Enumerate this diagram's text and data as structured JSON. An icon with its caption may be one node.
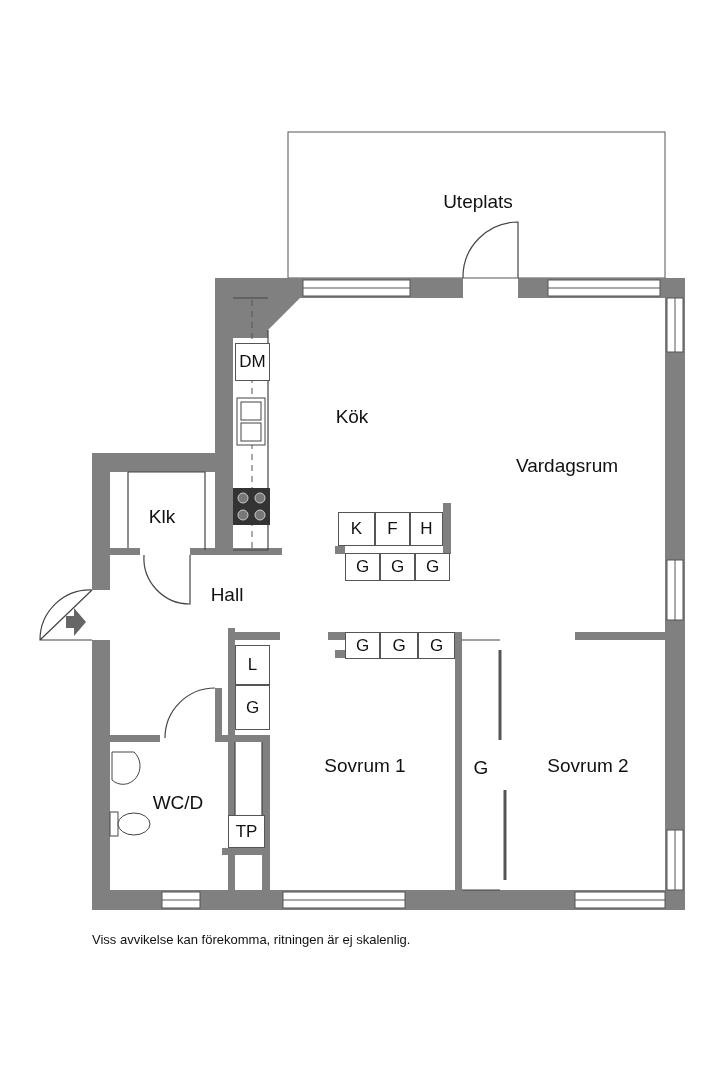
{
  "diagram": {
    "caption": "Viss avvikelse kan förekomma, ritningen är ej skalenlig.",
    "nodes": [
      {
        "text": [
          "DM"
        ]
      },
      {
        "text": [
          "K"
        ]
      },
      {
        "text": [
          "F"
        ]
      },
      {
        "text": [
          "H"
        ]
      },
      {
        "text": [
          "G"
        ]
      },
      {
        "text": [
          "G"
        ]
      },
      {
        "text": [
          "G"
        ]
      },
      {
        "text": [
          "G"
        ]
      },
      {
        "text": [
          "G"
        ]
      },
      {
        "text": [
          "G"
        ]
      },
      {
        "text": [
          "L"
        ]
      },
      {
        "text": [
          "G"
        ]
      },
      {
        "text": [
          "TP"
        ]
      }
    ],
    "labels": [
      "Uteplats",
      "Kök",
      "Vardagsrum",
      "Klk",
      "Hall",
      "WC/D",
      "Sovrum 1",
      "G",
      "Sovrum 2"
    ]
  }
}
